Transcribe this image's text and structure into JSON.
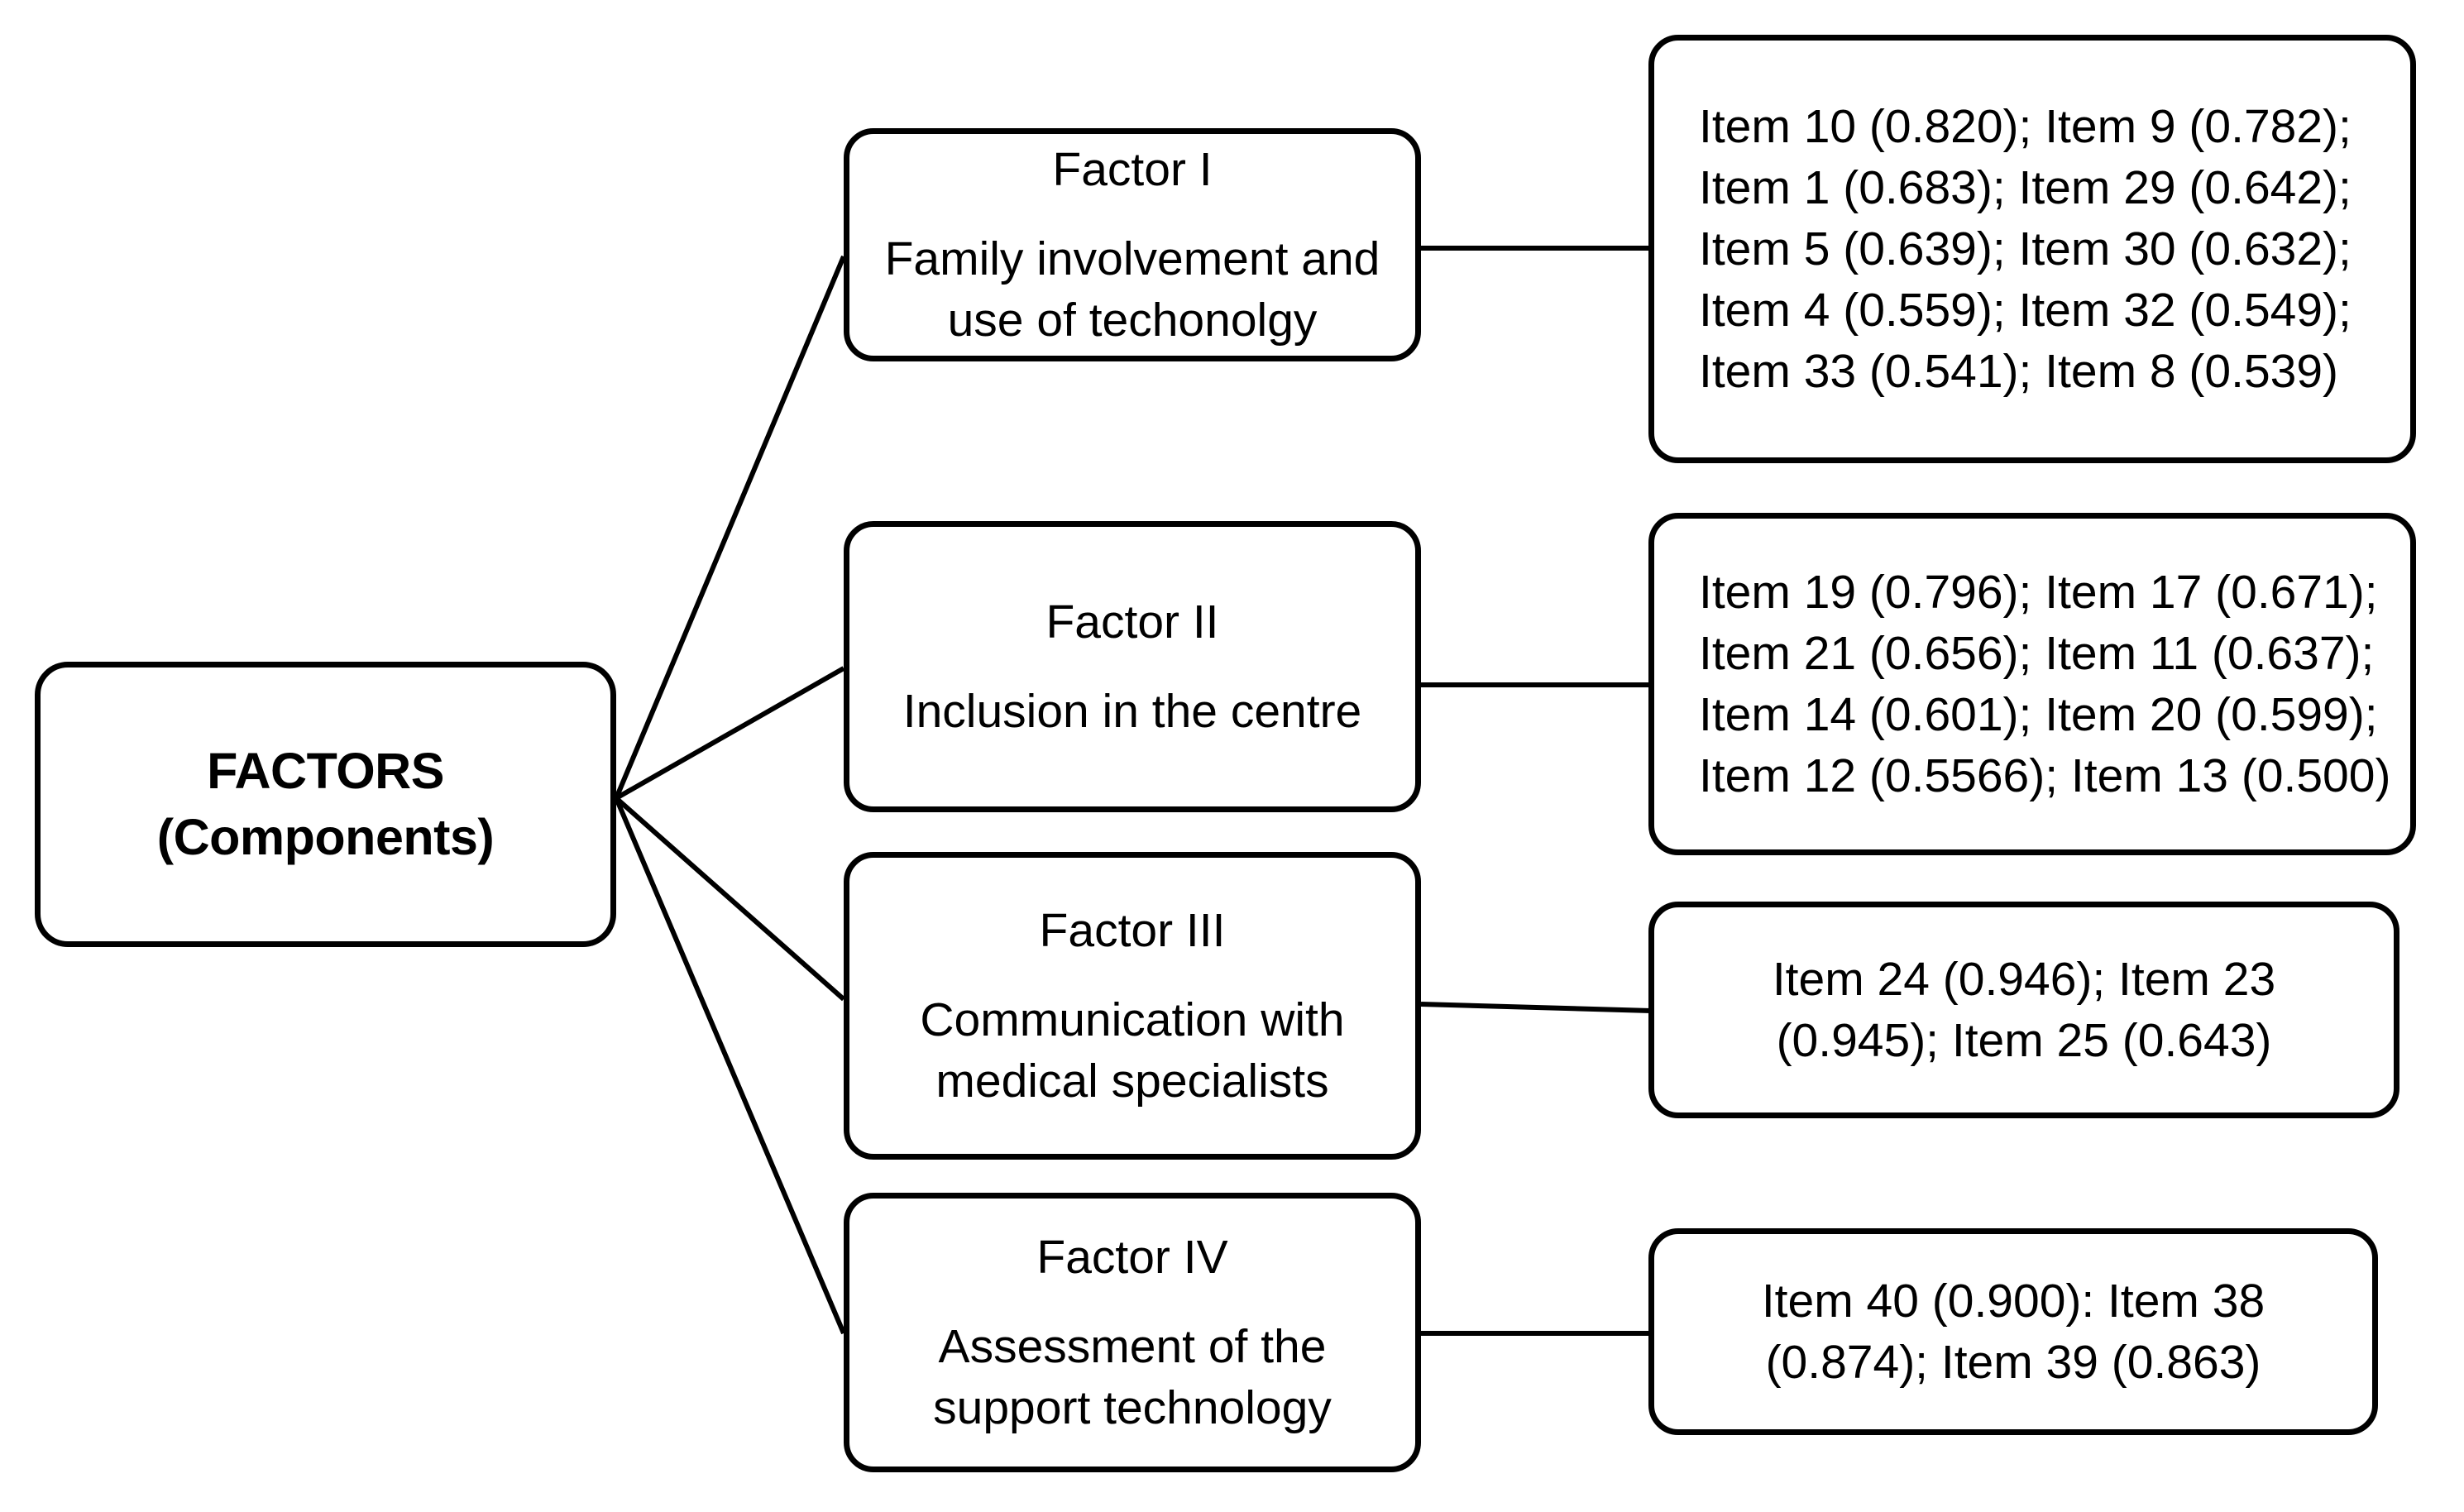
{
  "diagram": {
    "root": {
      "label": "FACTORS (Components)"
    },
    "factors": [
      {
        "title": "Factor I",
        "description": "Family involvement and use of techonolgy",
        "items_text": "Item 10 (0.820); Item 9 (0.782);\nItem 1  (0.683); Item 29 (0.642);\nItem 5 (0.639); Item 30 (0.632);\nItem 4 (0.559); Item 32 (0.549);\nItem 33 (0.541); Item 8 (0.539)",
        "items": [
          {
            "name": "Item 10",
            "loading": "0.820"
          },
          {
            "name": "Item 9",
            "loading": "0.782"
          },
          {
            "name": "Item 1",
            "loading": "0.683"
          },
          {
            "name": "Item 29",
            "loading": "0.642"
          },
          {
            "name": "Item 5",
            "loading": "0.639"
          },
          {
            "name": "Item 30",
            "loading": "0.632"
          },
          {
            "name": "Item 4",
            "loading": "0.559"
          },
          {
            "name": "Item 32",
            "loading": "0.549"
          },
          {
            "name": "Item 33",
            "loading": "0.541"
          },
          {
            "name": "Item 8",
            "loading": "0.539"
          }
        ]
      },
      {
        "title": "Factor II",
        "description": "Inclusion in the centre",
        "items_text": "Item 19 (0.796); Item 17 (0.671);\nItem 21 (0.656); Item 11 (0.637);\nItem 14 (0.601); Item 20 (0.599);\nItem 12 (0.5566); Item 13 (0.500)",
        "items": [
          {
            "name": "Item 19",
            "loading": "0.796"
          },
          {
            "name": "Item 17",
            "loading": "0.671"
          },
          {
            "name": "Item 21",
            "loading": "0.656"
          },
          {
            "name": "Item 11",
            "loading": "0.637"
          },
          {
            "name": "Item 14",
            "loading": "0.601"
          },
          {
            "name": "Item 20",
            "loading": "0.599"
          },
          {
            "name": "Item 12",
            "loading": "0.5566"
          },
          {
            "name": "Item 13",
            "loading": "0.500"
          }
        ]
      },
      {
        "title": "Factor III",
        "description": "Communication with medical specialists",
        "items_text": "Item 24 (0.946); Item 23\n(0.945); Item 25 (0.643)",
        "items": [
          {
            "name": "Item 24",
            "loading": "0.946"
          },
          {
            "name": "Item 23",
            "loading": "0.945"
          },
          {
            "name": "Item 25",
            "loading": "0.643"
          }
        ]
      },
      {
        "title": "Factor IV",
        "description": "Assessment of the support technology",
        "items_text": "Item 40 (0.900): Item 38\n(0.874); Item 39 (0.863)",
        "items": [
          {
            "name": "Item 40",
            "loading": "0.900"
          },
          {
            "name": "Item 38",
            "loading": "0.874"
          },
          {
            "name": "Item 39",
            "loading": "0.863"
          }
        ]
      }
    ],
    "colors": {
      "stroke": "#000000",
      "background": "#ffffff",
      "text": "#000000"
    }
  }
}
